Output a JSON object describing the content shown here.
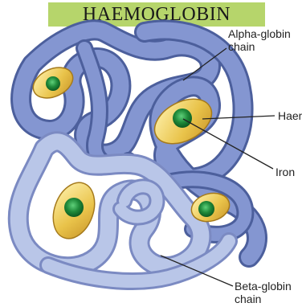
{
  "title": "HAEMOGLOBIN",
  "labels": {
    "alpha_globin": "Alpha-globin\nchain",
    "haem": "Haem",
    "iron": "Iron",
    "beta_globin": "Beta-globin\nchain"
  },
  "colors": {
    "title_banner": "#b6d56b",
    "alpha_chain": "#7e90c9",
    "beta_chain": "#b3c0e4",
    "haem_disc": "#e9c34a",
    "iron_center": "#1f8a3a"
  }
}
